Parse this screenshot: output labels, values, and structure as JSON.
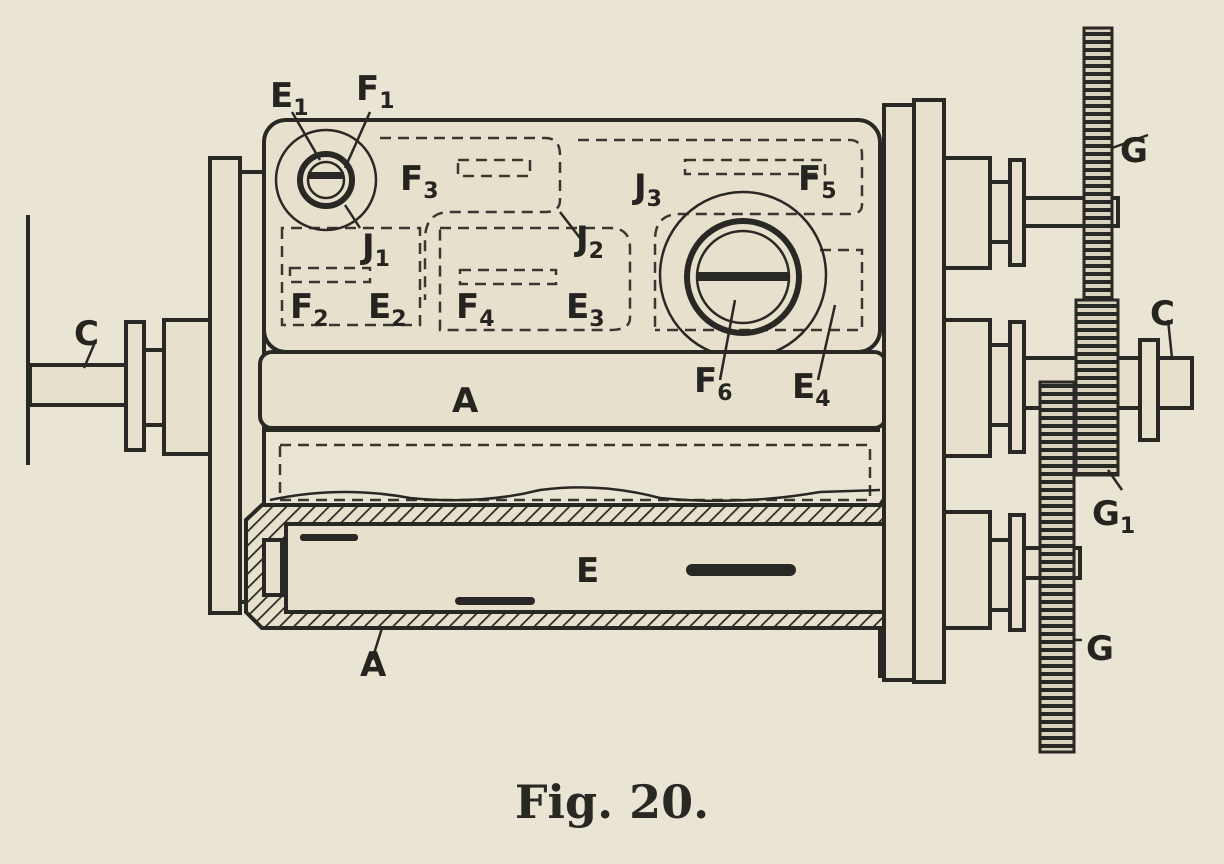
{
  "figure": {
    "caption": "Fig. 20.",
    "labels": {
      "E1": {
        "main": "E",
        "sub": "1"
      },
      "F1": {
        "main": "F",
        "sub": "1"
      },
      "F3": {
        "main": "F",
        "sub": "3"
      },
      "J1": {
        "main": "J",
        "sub": "1"
      },
      "J2": {
        "main": "J",
        "sub": "2"
      },
      "J3": {
        "main": "J",
        "sub": "3"
      },
      "F5": {
        "main": "F",
        "sub": "5"
      },
      "F2": {
        "main": "F",
        "sub": "2"
      },
      "E2": {
        "main": "E",
        "sub": "2"
      },
      "F4": {
        "main": "F",
        "sub": "4"
      },
      "E3": {
        "main": "E",
        "sub": "3"
      },
      "F6": {
        "main": "F",
        "sub": "6"
      },
      "E4": {
        "main": "E",
        "sub": "4"
      },
      "G_top": {
        "main": "G",
        "sub": ""
      },
      "C_left": {
        "main": "C",
        "sub": ""
      },
      "C_right": {
        "main": "C",
        "sub": ""
      },
      "A_mid": {
        "main": "A",
        "sub": ""
      },
      "G1": {
        "main": "G",
        "sub": "1"
      },
      "E_main": {
        "main": "E",
        "sub": ""
      },
      "A_bottom": {
        "main": "A",
        "sub": ""
      },
      "G_bottom": {
        "main": "G",
        "sub": ""
      }
    }
  }
}
